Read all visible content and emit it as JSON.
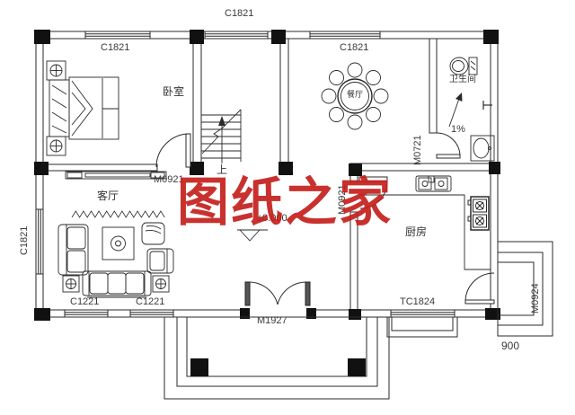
{
  "watermark": {
    "text": "图纸之家",
    "color": "#c5201d"
  },
  "rooms": {
    "bedroom": "卧室",
    "dining": "餐厅",
    "living": "客厅",
    "kitchen": "厨房",
    "bathroom": "卫生间"
  },
  "windows": {
    "c1821_top": "C1821",
    "c1821_bedroom": "C1821",
    "c1821_dining": "C1821",
    "c1821_left": "C1821",
    "c1221_left": "C1221",
    "c1221_right": "C1221",
    "tc1824": "TC1824"
  },
  "doors": {
    "m0921_bedroom": "M0921",
    "m0921_kitchen": "M0921",
    "m0721_bath": "M0721",
    "m0924_side": "M0924",
    "m1927_entry": "M1927"
  },
  "annotations": {
    "elevation": "±0.000",
    "slope": "1%",
    "stair_up": "上",
    "side_dim": "900"
  },
  "colors": {
    "line": "#2a2a2a",
    "watermark_red": "#c5201d"
  }
}
